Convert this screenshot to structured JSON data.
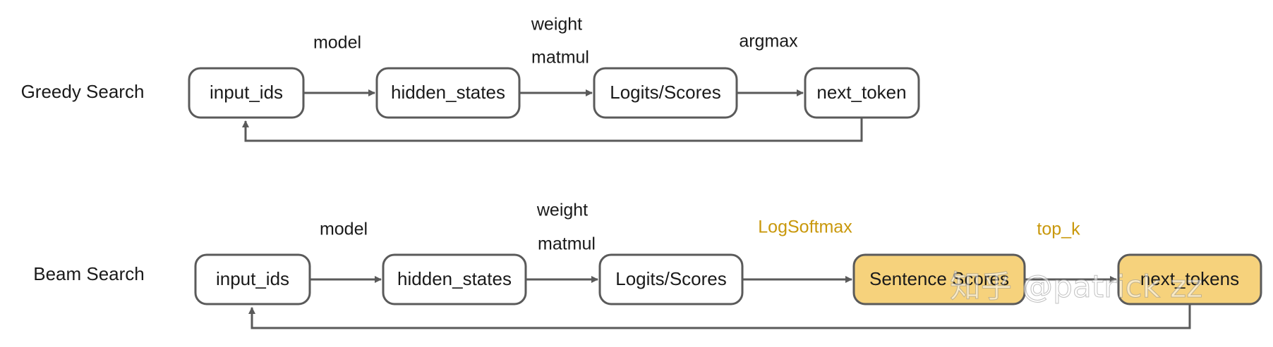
{
  "greedy": {
    "row_label": "Greedy Search",
    "nodes": {
      "input_ids": "input_ids",
      "hidden_states": "hidden_states",
      "logits": "Logits/Scores",
      "next_token": "next_token"
    },
    "edge_labels": {
      "model": "model",
      "weight": "weight",
      "matmul": "matmul",
      "argmax": "argmax"
    }
  },
  "beam": {
    "row_label": "Beam Search",
    "nodes": {
      "input_ids": "input_ids",
      "hidden_states": "hidden_states",
      "logits": "Logits/Scores",
      "sentence_scores": "Sentence Scores",
      "next_tokens": "next_tokens"
    },
    "edge_labels": {
      "model": "model",
      "weight": "weight",
      "matmul": "matmul",
      "logsoftmax": "LogSoftmax",
      "top_k": "top_k"
    }
  },
  "colors": {
    "stroke": "#5a5a5a",
    "highlight_fill": "#f6d27c",
    "accent_text": "#c9980c"
  },
  "watermark": "知乎 @patrick zz"
}
